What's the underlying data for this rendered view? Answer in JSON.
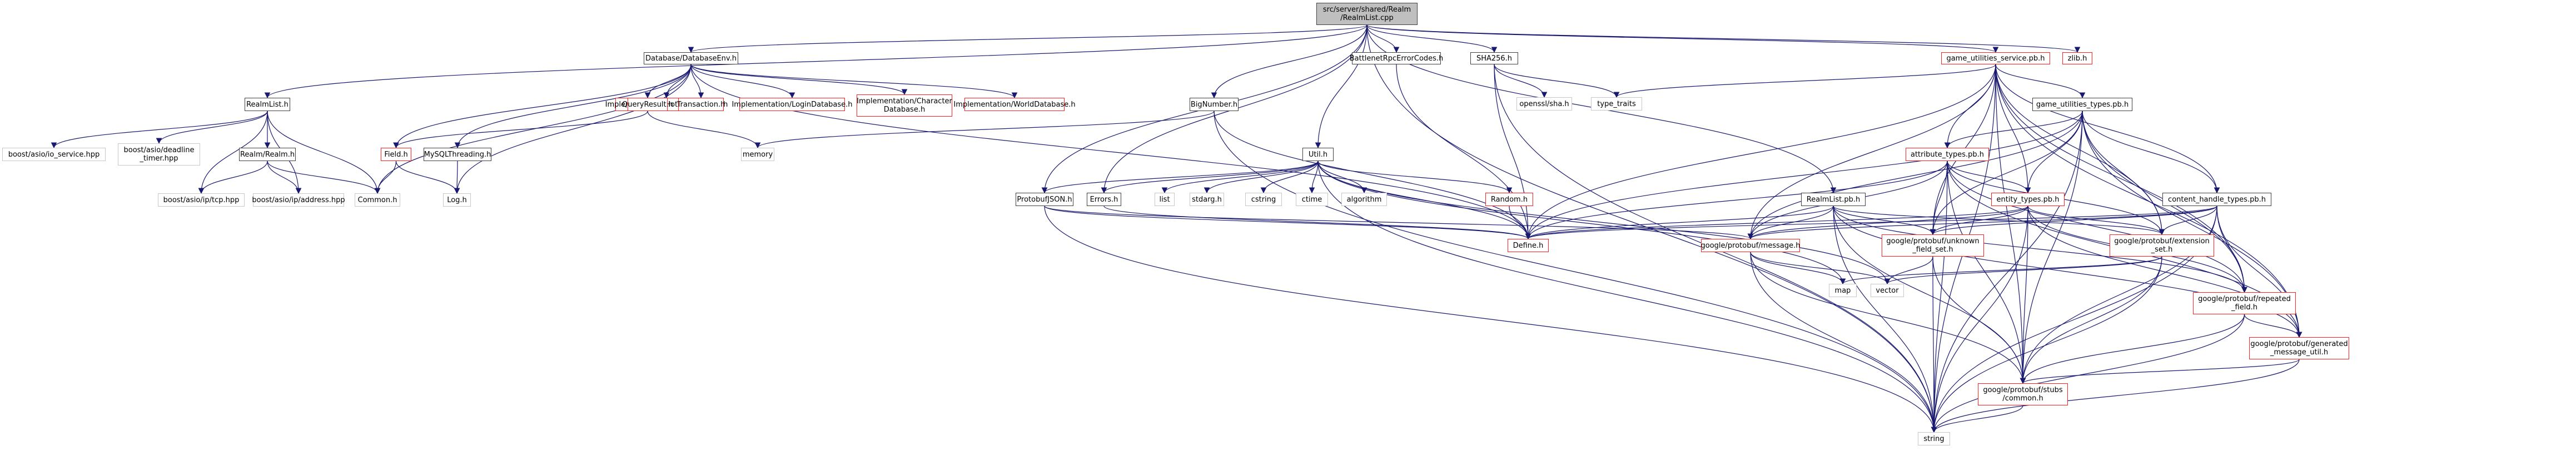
{
  "title": "src/server/shared/Realm/RealmList.cpp include dependency graph",
  "colors": {
    "edge": "#191970",
    "root_fill": "#bfbfbf",
    "documented_border": "#404040",
    "incomplete_border": "#ff2020",
    "external_border": "#c8c8c8"
  },
  "nodes": [
    {
      "id": "root",
      "label": "src/server/shared/Realm\n/RealmList.cpp",
      "kind": "root"
    },
    {
      "id": "dbenv",
      "label": "Database/DatabaseEnv.h",
      "kind": "doc"
    },
    {
      "id": "realmlisth",
      "label": "RealmList.h",
      "kind": "doc"
    },
    {
      "id": "io_service",
      "label": "boost/asio/io_service.hpp",
      "kind": "sys"
    },
    {
      "id": "deadline",
      "label": "boost/asio/deadline\n_timer.hpp",
      "kind": "sys"
    },
    {
      "id": "realmrealm",
      "label": "Realm/Realm.h",
      "kind": "doc"
    },
    {
      "id": "tcp",
      "label": "boost/asio/ip/tcp.hpp",
      "kind": "sys"
    },
    {
      "id": "address",
      "label": "boost/asio/ip/address.hpp",
      "kind": "sys"
    },
    {
      "id": "common",
      "label": "Common.h",
      "kind": "sys"
    },
    {
      "id": "hotfix",
      "label": "Implementation/HotfixDatabase.h",
      "kind": "red"
    },
    {
      "id": "queryresult",
      "label": "QueryResult.h",
      "kind": "red"
    },
    {
      "id": "transaction",
      "label": "Transaction.h",
      "kind": "red"
    },
    {
      "id": "logindb",
      "label": "Implementation/LoginDatabase.h",
      "kind": "red"
    },
    {
      "id": "chardb",
      "label": "Implementation/Character\nDatabase.h",
      "kind": "red"
    },
    {
      "id": "worlddb",
      "label": "Implementation/WorldDatabase.h",
      "kind": "red"
    },
    {
      "id": "field",
      "label": "Field.h",
      "kind": "red"
    },
    {
      "id": "mysqlthreading",
      "label": "MySQLThreading.h",
      "kind": "doc"
    },
    {
      "id": "log",
      "label": "Log.h",
      "kind": "sys"
    },
    {
      "id": "memory",
      "label": "memory",
      "kind": "sys"
    },
    {
      "id": "bignumber",
      "label": "BigNumber.h",
      "kind": "doc"
    },
    {
      "id": "bnet",
      "label": "BattlenetRpcErrorCodes.h",
      "kind": "doc"
    },
    {
      "id": "sha256",
      "label": "SHA256.h",
      "kind": "doc"
    },
    {
      "id": "opensslsha",
      "label": "openssl/sha.h",
      "kind": "sys"
    },
    {
      "id": "typetraits",
      "label": "type_traits",
      "kind": "sys"
    },
    {
      "id": "gus",
      "label": "game_utilities_service.pb.h",
      "kind": "red"
    },
    {
      "id": "zlib",
      "label": "zlib.h",
      "kind": "red"
    },
    {
      "id": "gut",
      "label": "game_utilities_types.pb.h",
      "kind": "doc"
    },
    {
      "id": "util",
      "label": "Util.h",
      "kind": "doc"
    },
    {
      "id": "protobufjson",
      "label": "ProtobufJSON.h",
      "kind": "doc"
    },
    {
      "id": "errors",
      "label": "Errors.h",
      "kind": "doc"
    },
    {
      "id": "list",
      "label": "list",
      "kind": "sys"
    },
    {
      "id": "stdarg",
      "label": "stdarg.h",
      "kind": "sys"
    },
    {
      "id": "cstring",
      "label": "cstring",
      "kind": "sys"
    },
    {
      "id": "ctime",
      "label": "ctime",
      "kind": "sys"
    },
    {
      "id": "algorithm",
      "label": "algorithm",
      "kind": "sys"
    },
    {
      "id": "random",
      "label": "Random.h",
      "kind": "red"
    },
    {
      "id": "define",
      "label": "Define.h",
      "kind": "red"
    },
    {
      "id": "realmlistpb",
      "label": "RealmList.pb.h",
      "kind": "doc"
    },
    {
      "id": "attrtypes",
      "label": "attribute_types.pb.h",
      "kind": "red"
    },
    {
      "id": "entitytypes",
      "label": "entity_types.pb.h",
      "kind": "red"
    },
    {
      "id": "contenthandle",
      "label": "content_handle_types.pb.h",
      "kind": "doc"
    },
    {
      "id": "message",
      "label": "google/protobuf/message.h",
      "kind": "red"
    },
    {
      "id": "unknownfs",
      "label": "google/protobuf/unknown\n_field_set.h",
      "kind": "red"
    },
    {
      "id": "extset",
      "label": "google/protobuf/extension\n_set.h",
      "kind": "red"
    },
    {
      "id": "repeated",
      "label": "google/protobuf/repeated\n_field.h",
      "kind": "red"
    },
    {
      "id": "genmsg",
      "label": "google/protobuf/generated\n_message_util.h",
      "kind": "red"
    },
    {
      "id": "map",
      "label": "map",
      "kind": "sys"
    },
    {
      "id": "vector",
      "label": "vector",
      "kind": "sys"
    },
    {
      "id": "stubscommon",
      "label": "google/protobuf/stubs\n/common.h",
      "kind": "red"
    },
    {
      "id": "string",
      "label": "string",
      "kind": "sys"
    }
  ],
  "edges": [
    [
      "root",
      "dbenv"
    ],
    [
      "root",
      "realmlisth"
    ],
    [
      "root",
      "bignumber"
    ],
    [
      "root",
      "bnet"
    ],
    [
      "root",
      "sha256"
    ],
    [
      "root",
      "util"
    ],
    [
      "root",
      "errors"
    ],
    [
      "root",
      "protobufjson"
    ],
    [
      "root",
      "gus"
    ],
    [
      "root",
      "zlib"
    ],
    [
      "root",
      "realmlistpb"
    ],
    [
      "root",
      "string"
    ],
    [
      "realmlisth",
      "io_service"
    ],
    [
      "realmlisth",
      "deadline"
    ],
    [
      "realmlisth",
      "tcp"
    ],
    [
      "realmlisth",
      "realmrealm"
    ],
    [
      "realmlisth",
      "address"
    ],
    [
      "realmlisth",
      "common"
    ],
    [
      "realmrealm",
      "tcp"
    ],
    [
      "realmrealm",
      "address"
    ],
    [
      "realmrealm",
      "common"
    ],
    [
      "dbenv",
      "common"
    ],
    [
      "dbenv",
      "field"
    ],
    [
      "dbenv",
      "mysqlthreading"
    ],
    [
      "dbenv",
      "hotfix"
    ],
    [
      "dbenv",
      "queryresult"
    ],
    [
      "dbenv",
      "transaction"
    ],
    [
      "dbenv",
      "logindb"
    ],
    [
      "dbenv",
      "chardb"
    ],
    [
      "dbenv",
      "worlddb"
    ],
    [
      "dbenv",
      "log"
    ],
    [
      "dbenv",
      "define"
    ],
    [
      "queryresult",
      "field"
    ],
    [
      "queryresult",
      "memory"
    ],
    [
      "field",
      "common"
    ],
    [
      "field",
      "log"
    ],
    [
      "mysqlthreading",
      "log"
    ],
    [
      "bignumber",
      "memory"
    ],
    [
      "bignumber",
      "string"
    ],
    [
      "bignumber",
      "define"
    ],
    [
      "bnet",
      "define"
    ],
    [
      "sha256",
      "opensslsha"
    ],
    [
      "sha256",
      "typetraits"
    ],
    [
      "sha256",
      "define"
    ],
    [
      "sha256",
      "string"
    ],
    [
      "util",
      "protobufjson"
    ],
    [
      "util",
      "errors"
    ],
    [
      "util",
      "list"
    ],
    [
      "util",
      "stdarg"
    ],
    [
      "util",
      "cstring"
    ],
    [
      "util",
      "ctime"
    ],
    [
      "util",
      "algorithm"
    ],
    [
      "util",
      "random"
    ],
    [
      "util",
      "define"
    ],
    [
      "util",
      "string"
    ],
    [
      "util",
      "map"
    ],
    [
      "util",
      "vector"
    ],
    [
      "random",
      "define"
    ],
    [
      "protobufjson",
      "define"
    ],
    [
      "protobufjson",
      "message"
    ],
    [
      "protobufjson",
      "string"
    ],
    [
      "errors",
      "define"
    ],
    [
      "gus",
      "typetraits"
    ],
    [
      "gus",
      "gut"
    ],
    [
      "gus",
      "attrtypes"
    ],
    [
      "gus",
      "entitytypes"
    ],
    [
      "gus",
      "contenthandle"
    ],
    [
      "gus",
      "message"
    ],
    [
      "gus",
      "unknownfs"
    ],
    [
      "gus",
      "extset"
    ],
    [
      "gus",
      "repeated"
    ],
    [
      "gus",
      "genmsg"
    ],
    [
      "gus",
      "stubscommon"
    ],
    [
      "gus",
      "define"
    ],
    [
      "gus",
      "string"
    ],
    [
      "gut",
      "attrtypes"
    ],
    [
      "gut",
      "entitytypes"
    ],
    [
      "gut",
      "contenthandle"
    ],
    [
      "gut",
      "message"
    ],
    [
      "gut",
      "unknownfs"
    ],
    [
      "gut",
      "extset"
    ],
    [
      "gut",
      "repeated"
    ],
    [
      "gut",
      "genmsg"
    ],
    [
      "gut",
      "stubscommon"
    ],
    [
      "gut",
      "define"
    ],
    [
      "gut",
      "string"
    ],
    [
      "attrtypes",
      "entitytypes"
    ],
    [
      "attrtypes",
      "message"
    ],
    [
      "attrtypes",
      "unknownfs"
    ],
    [
      "attrtypes",
      "extset"
    ],
    [
      "attrtypes",
      "repeated"
    ],
    [
      "attrtypes",
      "genmsg"
    ],
    [
      "attrtypes",
      "stubscommon"
    ],
    [
      "attrtypes",
      "define"
    ],
    [
      "attrtypes",
      "string"
    ],
    [
      "entitytypes",
      "message"
    ],
    [
      "entitytypes",
      "unknownfs"
    ],
    [
      "entitytypes",
      "extset"
    ],
    [
      "entitytypes",
      "repeated"
    ],
    [
      "entitytypes",
      "genmsg"
    ],
    [
      "entitytypes",
      "stubscommon"
    ],
    [
      "entitytypes",
      "define"
    ],
    [
      "entitytypes",
      "string"
    ],
    [
      "contenthandle",
      "message"
    ],
    [
      "contenthandle",
      "unknownfs"
    ],
    [
      "contenthandle",
      "extset"
    ],
    [
      "contenthandle",
      "repeated"
    ],
    [
      "contenthandle",
      "genmsg"
    ],
    [
      "contenthandle",
      "stubscommon"
    ],
    [
      "contenthandle",
      "define"
    ],
    [
      "contenthandle",
      "string"
    ],
    [
      "realmlistpb",
      "message"
    ],
    [
      "realmlistpb",
      "unknownfs"
    ],
    [
      "realmlistpb",
      "extset"
    ],
    [
      "realmlistpb",
      "repeated"
    ],
    [
      "realmlistpb",
      "genmsg"
    ],
    [
      "realmlistpb",
      "stubscommon"
    ],
    [
      "realmlistpb",
      "define"
    ],
    [
      "realmlistpb",
      "string"
    ],
    [
      "message",
      "map"
    ],
    [
      "message",
      "vector"
    ],
    [
      "message",
      "stubscommon"
    ],
    [
      "message",
      "string"
    ],
    [
      "unknownfs",
      "vector"
    ],
    [
      "unknownfs",
      "stubscommon"
    ],
    [
      "unknownfs",
      "string"
    ],
    [
      "extset",
      "map"
    ],
    [
      "extset",
      "vector"
    ],
    [
      "extset",
      "stubscommon"
    ],
    [
      "extset",
      "string"
    ],
    [
      "repeated",
      "genmsg"
    ],
    [
      "repeated",
      "stubscommon"
    ],
    [
      "repeated",
      "string"
    ],
    [
      "genmsg",
      "stubscommon"
    ],
    [
      "genmsg",
      "string"
    ],
    [
      "stubscommon",
      "string"
    ]
  ]
}
